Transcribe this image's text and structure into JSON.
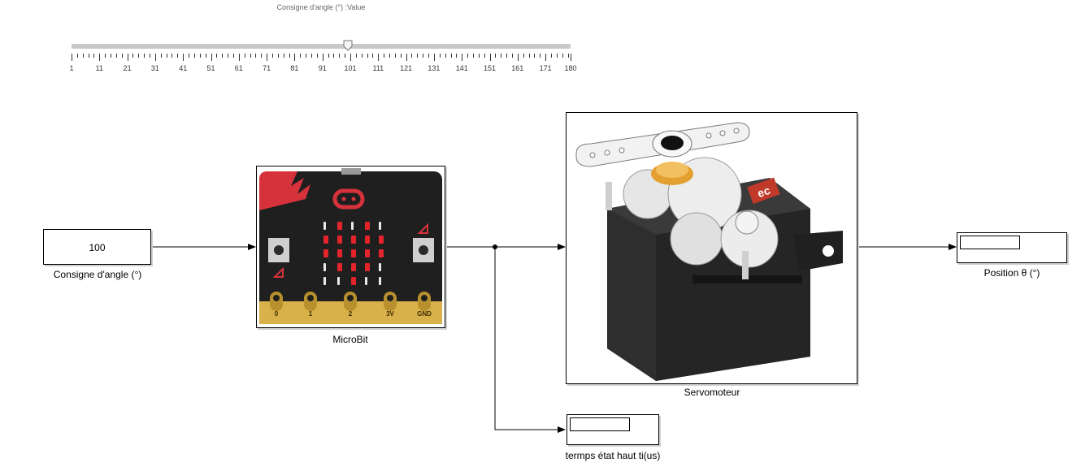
{
  "slider": {
    "title": "Consigne d'angle (°) :Value",
    "value": 100,
    "min": 1,
    "max": 180,
    "tick_labels": [
      "1",
      "11",
      "21",
      "31",
      "41",
      "51",
      "61",
      "71",
      "81",
      "91",
      "101",
      "111",
      "121",
      "131",
      "141",
      "151",
      "161",
      "171",
      "180"
    ]
  },
  "blocks": {
    "constant": {
      "value": "100",
      "label": "Consigne d'angle (°)"
    },
    "microbit": {
      "label": "MicroBit",
      "pins": [
        "0",
        "1",
        "2",
        "3V",
        "GND"
      ]
    },
    "servo": {
      "label": "Servomoteur",
      "brand_mark": "ec"
    },
    "position_display": {
      "label": "Position θ (°)"
    },
    "time_display": {
      "label": "termps état haut ti(us)"
    }
  },
  "colors": {
    "microbit_board": "#1f1f1f",
    "microbit_red": "#d6323c",
    "led_on": "#e3242b",
    "gold_pins": "#d9b14a",
    "servo_body": "#2a2a2a",
    "signal_line": "#000000"
  }
}
